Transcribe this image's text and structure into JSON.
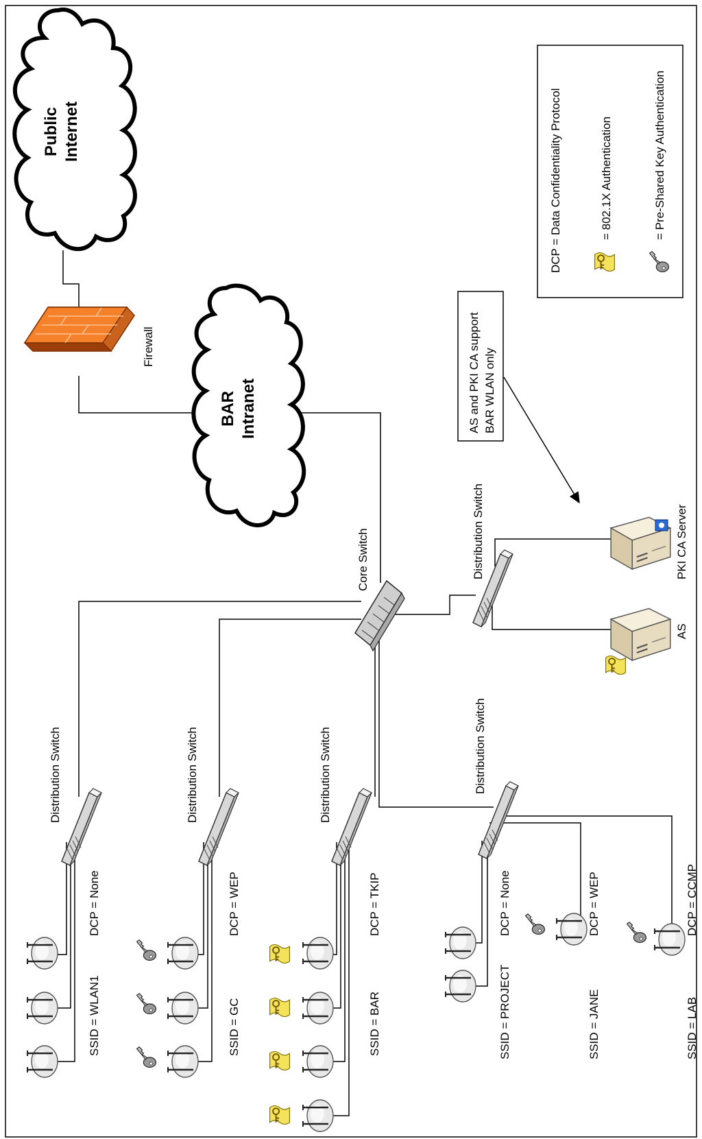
{
  "clouds": {
    "internet": {
      "line1": "Public",
      "line2": "Internet"
    },
    "intranet": {
      "line1": "BAR",
      "line2": "Intranet"
    }
  },
  "firewall_label": "Firewall",
  "core_switch_label": "Core Switch",
  "distribution_switch_label": "Distribution Switch",
  "callout": {
    "line1": "AS and PKI CA support",
    "line2": "BAR WLAN only"
  },
  "servers": {
    "as": "AS",
    "pki": "PKI CA Server"
  },
  "legend": {
    "dcp": "DCP = Data Confidentiality Protocol",
    "dot1x": "= 802.1X Authentication",
    "psk": "= Pre-Shared Key Authentication"
  },
  "wlans": [
    {
      "ssid": "SSID = WLAN1",
      "dcp": "DCP = None"
    },
    {
      "ssid": "SSID = GC",
      "dcp": "DCP = WEP"
    },
    {
      "ssid": "SSID = BAR",
      "dcp": "DCP = TKIP"
    },
    {
      "ssid": "SSID = PROJECT",
      "dcp": "DCP = None"
    },
    {
      "ssid": "SSID = JANE",
      "dcp": "DCP = WEP"
    },
    {
      "ssid": "SSID = LAB",
      "dcp": "DCP = CCMP"
    }
  ],
  "colors": {
    "firewall": "#f5822a",
    "server": "#e8dcc0",
    "cert": "#f3e25a",
    "key": "#9a9a9a"
  }
}
